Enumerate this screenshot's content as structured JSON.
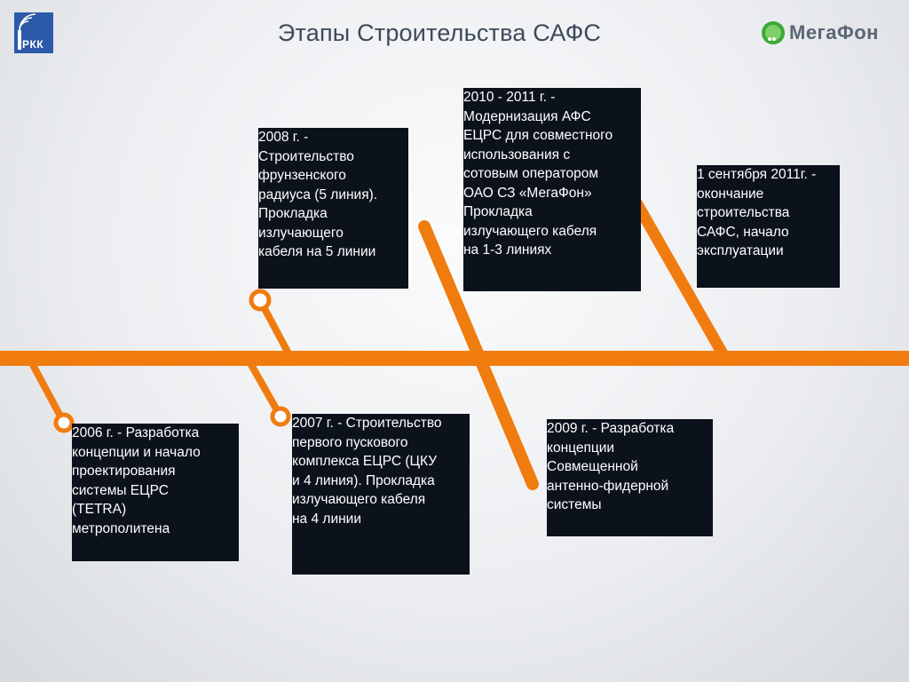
{
  "header": {
    "title": "Этапы Строительства САФС",
    "brand_right": "МегаФон",
    "brand_left": "РКК"
  },
  "colors": {
    "accent": "#f07c10",
    "box_bg": "#0c121c",
    "box_text": "#ffffff",
    "title": "#3d4a5a",
    "brand_green": "#3aa935"
  },
  "timeline": {
    "milestones": [
      {
        "id": "2006",
        "text": "2006 г. - Разработка\nконцепции и начало\nпроектирования\nсистемы ЕЦРС\n(TETRA)\nметрополитена"
      },
      {
        "id": "2007",
        "text": "2007 г. - Строительство\nпервого пускового\nкомплекса ЕЦРС (ЦКУ\nи  4 линия). Прокладка\nизлучающего кабеля\nна 4 линии"
      },
      {
        "id": "2008",
        "text": "2008 г. -\nСтроительство\nфрунзенского\nрадиуса (5 линия).\nПрокладка\nизлучающего\nкабеля на 5 линии"
      },
      {
        "id": "2009",
        "text": "2009 г. - Разработка\nконцепции\nСовмещенной\nантенно-фидерной\nсистемы"
      },
      {
        "id": "2010",
        "text": "2010 - 2011 г. -\nМодернизация АФС\nЕЦРС для совместного\nиспользования с\nсотовым оператором\nОАО СЗ «МегаФон»\nПрокладка\nизлучающего кабеля\nна 1-3 линиях"
      },
      {
        "id": "2011",
        "text": "1 сентября 2011г. -\nокончание\nстроительства\nСАФС, начало\nэксплуатации"
      }
    ]
  }
}
